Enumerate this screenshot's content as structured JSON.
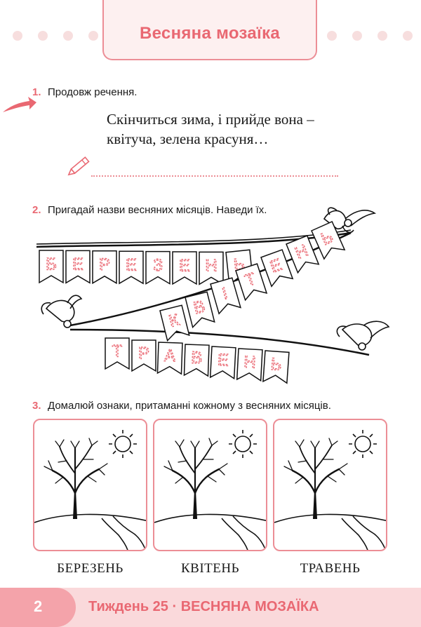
{
  "header": {
    "title": "Весняна мозаїка"
  },
  "task1": {
    "number": "1.",
    "instruction": "Продовж речення.",
    "sentence_line1": "Скінчиться зима, і прийде вона –",
    "sentence_line2": "квітуча, зелена красуня…"
  },
  "task2": {
    "number": "2.",
    "instruction": "Пригадай назви весняних місяців. Наведи їх.",
    "garlands": [
      {
        "word": "БЕРЕЗЕНЬ",
        "letters": [
          "Б",
          "Е",
          "Р",
          "Е",
          "З",
          "Е",
          "Н",
          "Ь"
        ]
      },
      {
        "word": "КВІТЕНЬ",
        "letters": [
          "К",
          "В",
          "І",
          "Т",
          "Е",
          "Н",
          "Ь"
        ]
      },
      {
        "word": "ТРАВЕНЬ",
        "letters": [
          "Т",
          "Р",
          "А",
          "В",
          "Е",
          "Н",
          "Ь"
        ]
      }
    ]
  },
  "task3": {
    "number": "3.",
    "instruction": "Домалюй ознаки, притаманні кожному з весняних місяців.",
    "panels": [
      {
        "label": "БЕРЕЗЕНЬ"
      },
      {
        "label": "КВІТЕНЬ"
      },
      {
        "label": "ТРАВЕНЬ"
      }
    ]
  },
  "footer": {
    "page_number": "2",
    "text": "Тиждень 25 · ВЕСНЯНА МОЗАЇКА"
  },
  "colors": {
    "accent": "#e96872",
    "border": "#ec8e96",
    "footer_bg": "#fad9db",
    "footer_tab": "#f4a3aa"
  }
}
